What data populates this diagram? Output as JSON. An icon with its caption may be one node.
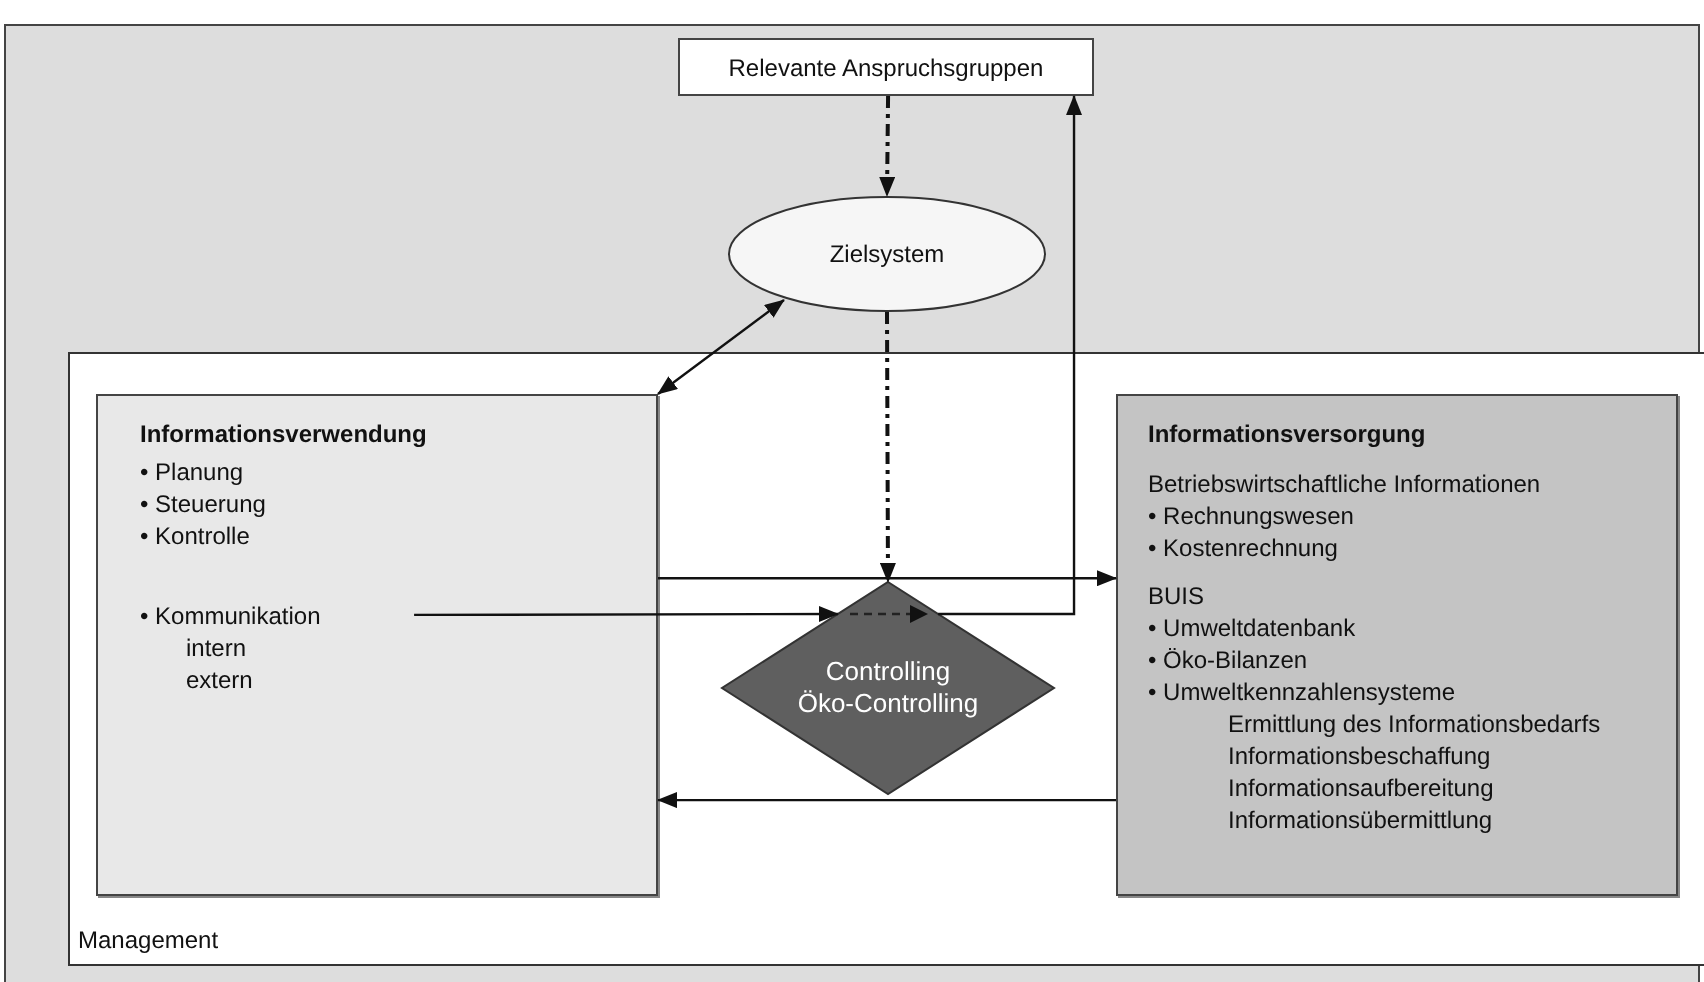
{
  "diagram": {
    "nodes": [
      {
        "text": [
          "Relevante Anspruchsgruppen"
        ]
      },
      {
        "text": [
          "Zielsystem"
        ]
      },
      {
        "text": [
          "Management"
        ]
      },
      {
        "text": [
          "Informationsverwendung",
          "• Planung",
          "• Steuerung",
          "• Kontrolle",
          "• Kommunikation",
          "intern",
          "extern"
        ],
        "in": 2
      },
      {
        "text": [
          "Controlling",
          "Öko-Controlling"
        ],
        "in": 2
      },
      {
        "text": [
          "Informationsversorgung",
          "Betriebswirtschaftliche Informationen",
          "• Rechnungswesen",
          "• Kostenrechnung",
          "BUIS",
          "• Umweltdatenbank",
          "• Öko-Bilanzen",
          "• Umweltkennzahlensysteme",
          "Ermittlung des Informationsbedarfs",
          "Informationsbeschaffung",
          "Informationsaufbereitung",
          "Informationsübermittlung"
        ],
        "in": 2
      }
    ],
    "edges": [
      {
        "from": 0,
        "to": 1,
        "arrow": "to",
        "style": "dashed"
      },
      {
        "from": 3,
        "to": 1,
        "arrow": "both"
      },
      {
        "from": 1,
        "to": 4,
        "arrow": "to",
        "style": "dashed"
      },
      {
        "from": 3,
        "to": 5,
        "arrow": "to"
      },
      {
        "from": 3,
        "to": 4,
        "arrow": "to"
      },
      {
        "from": 4,
        "to": 0,
        "arrow": "to"
      },
      {
        "from": 5,
        "to": 3,
        "arrow": "to"
      }
    ]
  }
}
